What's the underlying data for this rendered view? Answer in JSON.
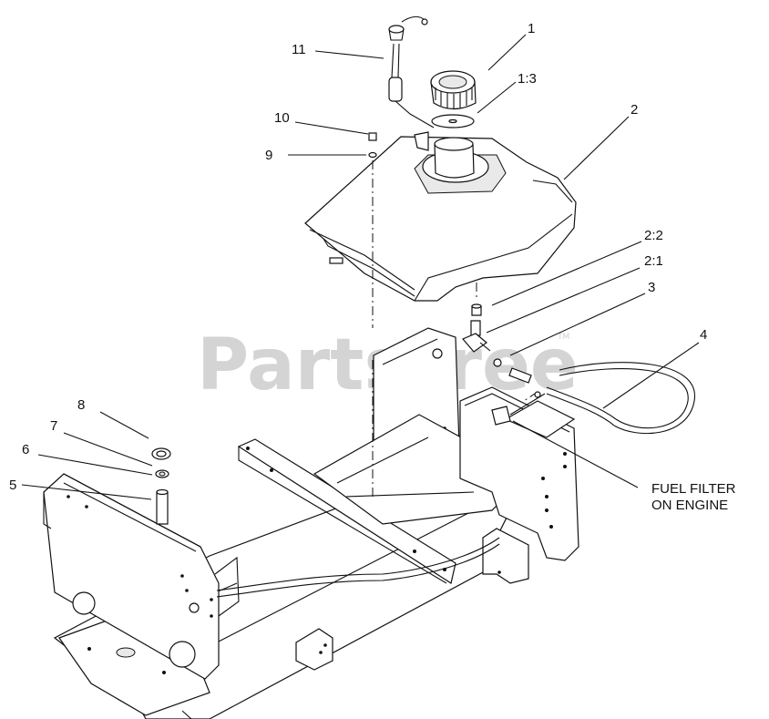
{
  "watermark": {
    "text": "PartsTree",
    "trademark": "TM"
  },
  "callouts": {
    "c1": "1",
    "c1_3": "1:3",
    "c2": "2",
    "c2_2": "2:2",
    "c2_1": "2:1",
    "c3": "3",
    "c4": "4",
    "c5": "5",
    "c6": "6",
    "c7": "7",
    "c8": "8",
    "c9": "9",
    "c10": "10",
    "c11": "11"
  },
  "note": {
    "line1": "FUEL FILTER",
    "line2": "ON ENGINE"
  }
}
